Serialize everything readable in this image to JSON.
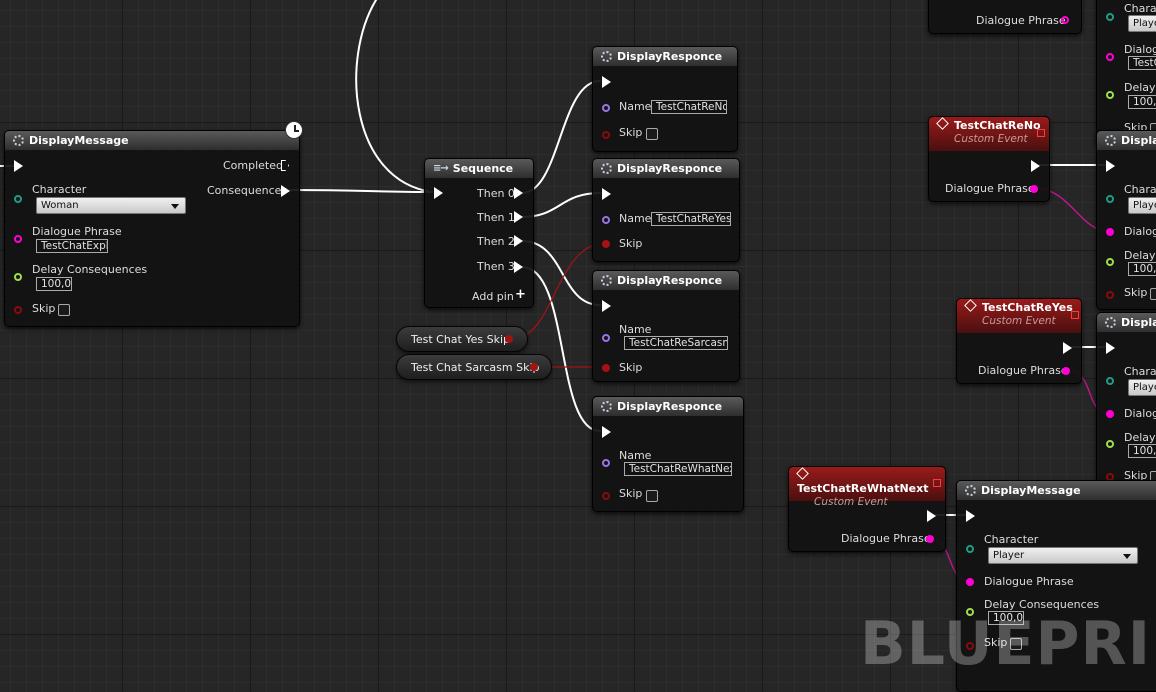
{
  "watermark": "BLUEPRINT",
  "colors": {
    "exec": "#ffffff",
    "string": "#ff00d4",
    "name": "#9a73e8",
    "bool": "#8c0a0a",
    "float": "#9ee04a",
    "object": "#1e9d86",
    "event_header": "#8b1a1a"
  },
  "display_message_left": {
    "title": "DisplayMessage",
    "completed": "Completed",
    "consequences": "Consequences",
    "character_label": "Character",
    "character_value": "Woman",
    "phrase_label": "Dialogue Phrase",
    "phrase_value": "TestChatExpl",
    "delay_label": "Delay Consequences",
    "delay_value": "100,0",
    "skip_label": "Skip"
  },
  "sequence": {
    "title": "Sequence",
    "outputs": [
      "Then 0",
      "Then 1",
      "Then 2",
      "Then 3"
    ],
    "add_pin": "Add pin"
  },
  "variables": {
    "yes_skip": "Test Chat Yes Skip",
    "sarcasm_skip": "Test Chat Sarcasm Skip"
  },
  "responses": [
    {
      "title": "DisplayResponce",
      "name_label": "Name",
      "name_value": "TestChatReNo",
      "skip_label": "Skip"
    },
    {
      "title": "DisplayResponce",
      "name_label": "Name",
      "name_value": "TestChatReYes",
      "skip_label": "Skip"
    },
    {
      "title": "DisplayResponce",
      "name_label": "Name",
      "name_value": "TestChatReSarcasm",
      "skip_label": "Skip"
    },
    {
      "title": "DisplayResponce",
      "name_label": "Name",
      "name_value": "TestChatReWhatNext",
      "skip_label": "Skip"
    }
  ],
  "events": [
    {
      "title": "TestChatReNo",
      "subtitle": "Custom Event",
      "phrase": "Dialogue Phrase"
    },
    {
      "title": "TestChatReYes",
      "subtitle": "Custom Event",
      "phrase": "Dialogue Phrase"
    },
    {
      "title": "TestChatReWhatNext",
      "subtitle": "Custom Event",
      "phrase": "Dialogue Phrase"
    }
  ],
  "top_partial": {
    "phrase": "Dialogue Phrase"
  },
  "right_partial": {
    "title": "Display",
    "character": "Charac",
    "player": "Player",
    "dialogue": "Dialog",
    "testchat": "TestC",
    "delay": "Delay C",
    "delay_value": "100,0",
    "skip": "Skip"
  },
  "display_message_bottom": {
    "title": "DisplayMessage",
    "character_label": "Character",
    "character_value": "Player",
    "phrase_label": "Dialogue Phrase",
    "delay_label": "Delay Consequences",
    "delay_value": "100,0",
    "skip_label": "Skip"
  }
}
